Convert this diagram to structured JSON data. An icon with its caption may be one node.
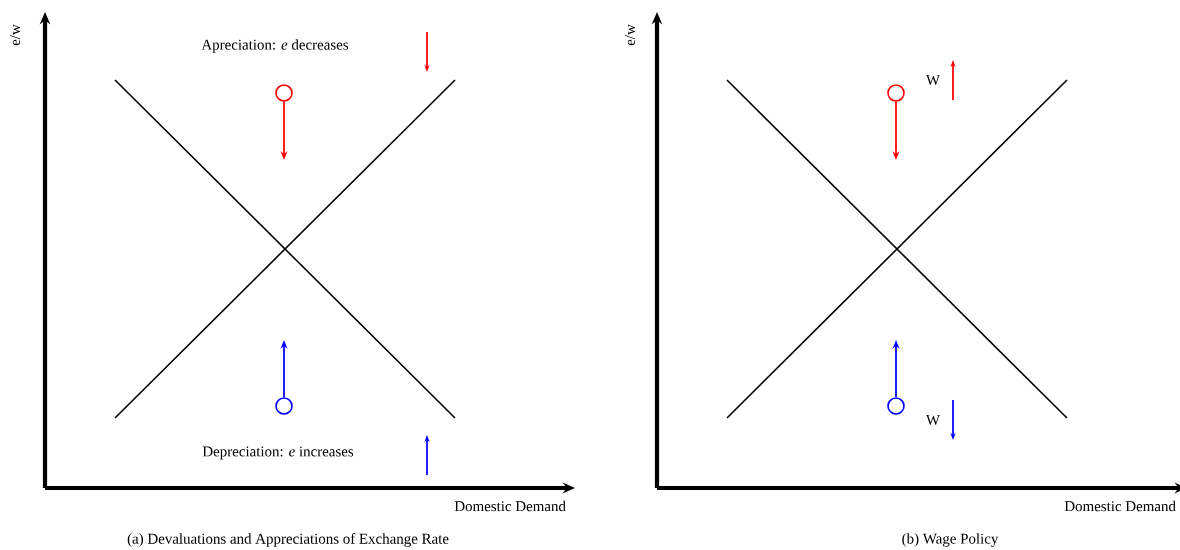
{
  "diagram": {
    "nodes": [
      {
        "text": [],
        "shape": "circle"
      },
      {
        "text": [],
        "shape": "circle"
      },
      {
        "text": [],
        "shape": "circle"
      },
      {
        "text": [],
        "shape": "circle"
      }
    ],
    "edges": [
      {
        "from": 0,
        "to": null,
        "arrow": "to",
        "color": "#ff0000"
      },
      {
        "from": 1,
        "to": null,
        "arrow": "to",
        "color": "#0000ff"
      },
      {
        "from": 2,
        "to": null,
        "arrow": "to",
        "color": "#ff0000"
      },
      {
        "from": 3,
        "to": null,
        "arrow": "to",
        "color": "#0000ff"
      }
    ],
    "labels": [
      "e/w",
      "Apreciation: *e* decreases",
      "Depreciation: *e* increases",
      "Domestic Demand",
      "(a) Devaluations and Appreciations of Exchange Rate",
      "e/w",
      "W",
      "W",
      "Domestic Demand",
      "(b) Wage Policy"
    ]
  }
}
